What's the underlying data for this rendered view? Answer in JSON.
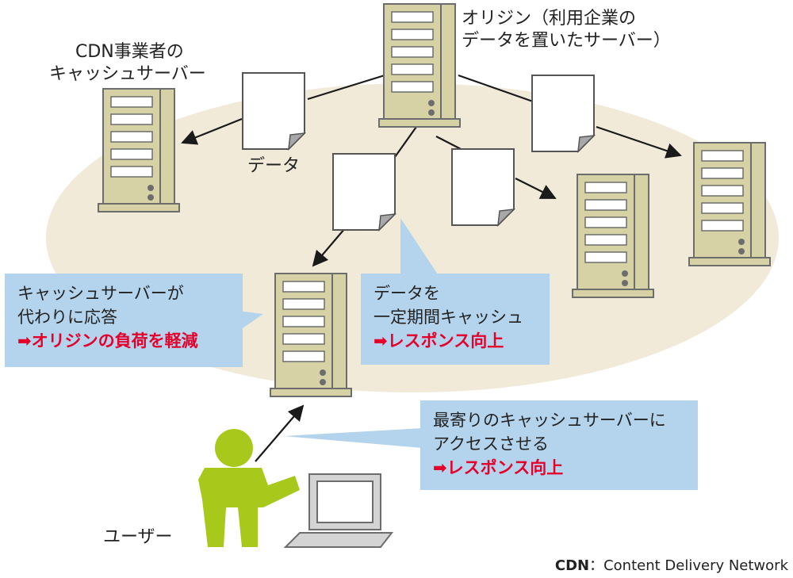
{
  "labels": {
    "origin_line1": "オリジン（利用企業の",
    "origin_line2": "データを置いたサーバー）",
    "cdn_server_line1": "CDN事業者の",
    "cdn_server_line2": "キャッシュサーバー",
    "data": "データ",
    "user": "ユーザー"
  },
  "callouts": {
    "cache_response": {
      "line1": "キャッシュサーバーが",
      "line2": "代わりに応答",
      "result": "オリジンの負荷を軽減"
    },
    "cache_period": {
      "line1": "データを",
      "line2": "一定期間キャッシュ",
      "result": "レスポンス向上"
    },
    "nearest_access": {
      "line1": "最寄りのキャッシュサーバーに",
      "line2": "アクセスさせる",
      "result": "レスポンス向上"
    }
  },
  "result_marker": "➡",
  "footnote": {
    "abbr": "CDN",
    "separator": "：",
    "full": "Content Delivery Network"
  },
  "colors": {
    "ellipse_fill": "#f1ead9",
    "server_fill": "#d7d1a6",
    "server_stroke": "#6d6d6d",
    "callout_fill": "#b4d3ec",
    "accent_red": "#e4002b",
    "user_green": "#a9c81c"
  },
  "icons": [
    "server-icon",
    "document-icon",
    "user-icon",
    "laptop-icon",
    "arrow-icon"
  ]
}
